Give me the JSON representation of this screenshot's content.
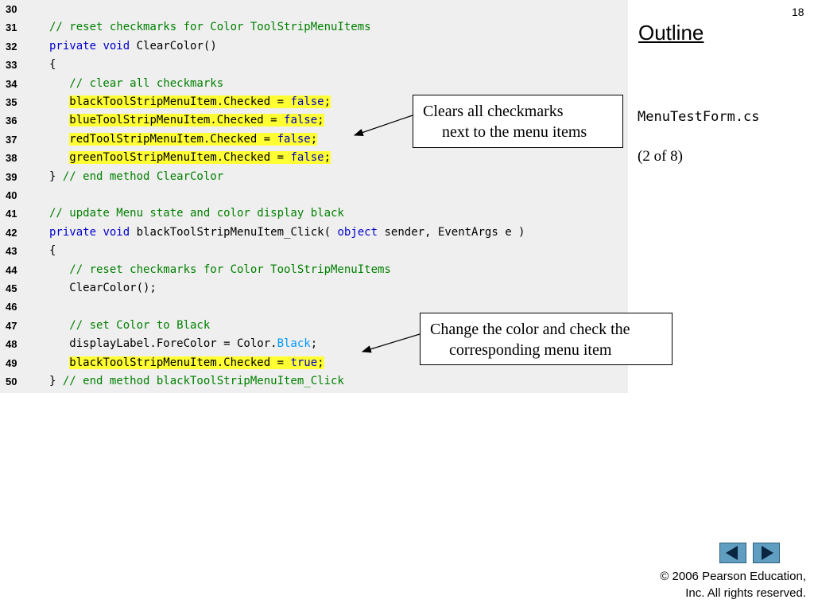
{
  "page_number": "18",
  "outline_label": "Outline",
  "file_name": "MenuTestForm.cs",
  "page_indicator": "(2 of 8)",
  "code": [
    {
      "num": "30",
      "tokens": [],
      "highlight": false
    },
    {
      "num": "31",
      "tokens": [
        {
          "t": "// reset checkmarks for Color ToolStripMenuItems",
          "c": "cm"
        }
      ],
      "highlight": false
    },
    {
      "num": "32",
      "tokens": [
        {
          "t": "private",
          "c": "kw"
        },
        {
          "t": " ",
          "c": "pl"
        },
        {
          "t": "void",
          "c": "kw"
        },
        {
          "t": " ClearColor()",
          "c": "pl"
        }
      ],
      "highlight": false
    },
    {
      "num": "33",
      "tokens": [
        {
          "t": "{",
          "c": "pl"
        }
      ],
      "highlight": false
    },
    {
      "num": "34",
      "tokens": [
        {
          "t": "   // clear all checkmarks",
          "c": "cm"
        }
      ],
      "highlight": false
    },
    {
      "num": "35",
      "tokens": [
        {
          "t": "   ",
          "c": "pl"
        },
        {
          "t": "blackToolStripMenuItem.Checked = ",
          "c": "pl",
          "hl": true
        },
        {
          "t": "false",
          "c": "kw",
          "hl": true
        },
        {
          "t": ";",
          "c": "pl",
          "hl": true
        }
      ],
      "highlight": true
    },
    {
      "num": "36",
      "tokens": [
        {
          "t": "   ",
          "c": "pl"
        },
        {
          "t": "blueToolStripMenuItem.Checked = ",
          "c": "pl",
          "hl": true
        },
        {
          "t": "false",
          "c": "kw",
          "hl": true
        },
        {
          "t": ";",
          "c": "pl",
          "hl": true
        }
      ],
      "highlight": true
    },
    {
      "num": "37",
      "tokens": [
        {
          "t": "   ",
          "c": "pl"
        },
        {
          "t": "redToolStripMenuItem.Checked = ",
          "c": "pl",
          "hl": true
        },
        {
          "t": "false",
          "c": "kw",
          "hl": true
        },
        {
          "t": ";",
          "c": "pl",
          "hl": true
        }
      ],
      "highlight": true
    },
    {
      "num": "38",
      "tokens": [
        {
          "t": "   ",
          "c": "pl"
        },
        {
          "t": "greenToolStripMenuItem.Checked = ",
          "c": "pl",
          "hl": true
        },
        {
          "t": "false",
          "c": "kw",
          "hl": true
        },
        {
          "t": ";",
          "c": "pl",
          "hl": true
        }
      ],
      "highlight": true
    },
    {
      "num": "39",
      "tokens": [
        {
          "t": "} ",
          "c": "pl"
        },
        {
          "t": "// end method ClearColor",
          "c": "cm"
        }
      ],
      "highlight": false
    },
    {
      "num": "40",
      "tokens": [],
      "highlight": false
    },
    {
      "num": "41",
      "tokens": [
        {
          "t": "// update Menu state and color display black",
          "c": "cm"
        }
      ],
      "highlight": false
    },
    {
      "num": "42",
      "tokens": [
        {
          "t": "private",
          "c": "kw"
        },
        {
          "t": " ",
          "c": "pl"
        },
        {
          "t": "void",
          "c": "kw"
        },
        {
          "t": " blackToolStripMenuItem_Click( ",
          "c": "pl"
        },
        {
          "t": "object",
          "c": "kw"
        },
        {
          "t": " sender, EventArgs e )",
          "c": "pl"
        }
      ],
      "highlight": false
    },
    {
      "num": "43",
      "tokens": [
        {
          "t": "{",
          "c": "pl"
        }
      ],
      "highlight": false
    },
    {
      "num": "44",
      "tokens": [
        {
          "t": "   // reset checkmarks for Color ToolStripMenuItems",
          "c": "cm"
        }
      ],
      "highlight": false
    },
    {
      "num": "45",
      "tokens": [
        {
          "t": "   ClearColor();",
          "c": "pl"
        }
      ],
      "highlight": false
    },
    {
      "num": "46",
      "tokens": [],
      "highlight": false
    },
    {
      "num": "47",
      "tokens": [
        {
          "t": "   // set Color to Black",
          "c": "cm"
        }
      ],
      "highlight": false
    },
    {
      "num": "48",
      "tokens": [
        {
          "t": "   displayLabel.ForeColor = Color.",
          "c": "pl"
        },
        {
          "t": "Black",
          "c": "id"
        },
        {
          "t": ";",
          "c": "pl"
        }
      ],
      "highlight": false
    },
    {
      "num": "49",
      "tokens": [
        {
          "t": "   ",
          "c": "pl"
        },
        {
          "t": "blackToolStripMenuItem.Checked = ",
          "c": "pl",
          "hl": true
        },
        {
          "t": "true",
          "c": "kw",
          "hl": true
        },
        {
          "t": ";",
          "c": "pl",
          "hl": true
        }
      ],
      "highlight": true
    },
    {
      "num": "50",
      "tokens": [
        {
          "t": "} ",
          "c": "pl"
        },
        {
          "t": "// end method blackToolStripMenuItem_Click",
          "c": "cm"
        }
      ],
      "highlight": false
    }
  ],
  "callouts": {
    "first": {
      "line1": "Clears all checkmarks",
      "line2": "next to the menu items"
    },
    "second": {
      "line1": "Change the color and check the",
      "line2": "corresponding menu item"
    }
  },
  "nav": {
    "prev_icon": "triangle-left-icon",
    "next_icon": "triangle-right-icon",
    "color": "#5f9ec0"
  },
  "copyright": {
    "line1": "© 2006 Pearson Education,",
    "line2": "Inc.  All rights reserved."
  },
  "colors": {
    "keyword": "#0000cc",
    "comment": "#008000",
    "identifier": "#0099ff",
    "highlight": "#ffff33",
    "panel": "#efefef"
  }
}
